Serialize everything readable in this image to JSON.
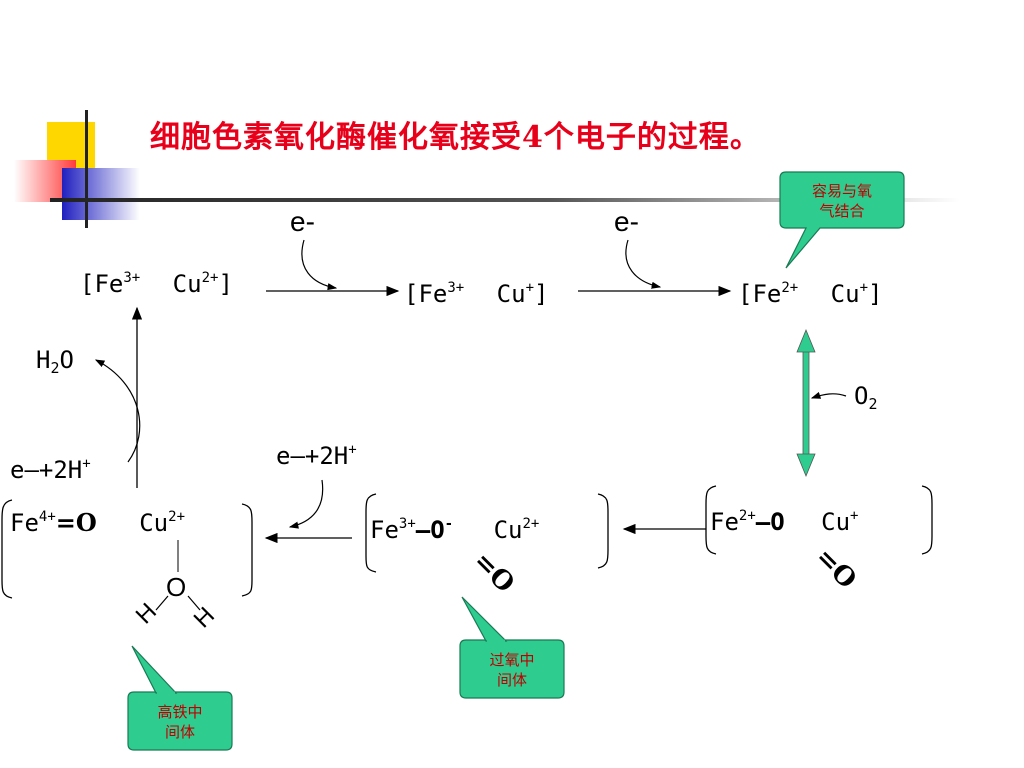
{
  "title": "细胞色素氧化酶催化氧接受4个电子的过程。",
  "species": {
    "top_left": {
      "fe": "[Fe",
      "fe_charge": "3+",
      "cu": "Cu",
      "cu_charge": "2+",
      "close": "]"
    },
    "top_middle": {
      "fe": "[Fe",
      "fe_charge": "3+",
      "cu": "Cu",
      "cu_charge": "+",
      "close": "]"
    },
    "top_right": {
      "fe": "[Fe",
      "fe_charge": "2+",
      "cu": "Cu",
      "cu_charge": "+",
      "close": "]"
    },
    "bottom_right": {
      "fe": "Fe",
      "fe_charge": "2+",
      "bond": "—O",
      "cu": "Cu",
      "cu_charge": "+",
      "o2": "=O"
    },
    "bottom_middle": {
      "fe": "Fe",
      "fe_charge": "3+",
      "bond": "—O",
      "o_charge": "-",
      "cu": "Cu",
      "cu_charge": "2+",
      "o2": "=O"
    },
    "bottom_left": {
      "fe": "Fe",
      "fe_charge": "4+",
      "bond": "=O",
      "cu": "Cu",
      "cu_charge": "2+",
      "oxygen": "O",
      "h_left": "H",
      "h_right": "H"
    }
  },
  "reagents": {
    "electron_1": "e-",
    "electron_2": "e-",
    "o2_label": "O",
    "o2_subscript": "2",
    "water_h": "H",
    "water_sub": "2",
    "water_o": "O",
    "e_2h_bottom": "e—+2H",
    "e_2h_bottom_charge": "+",
    "e_2h_left": "e—+2H",
    "e_2h_left_charge": "+"
  },
  "callouts": {
    "oxygen_binding": {
      "line1": "容易与氧",
      "line2": "气结合"
    },
    "peroxy": {
      "line1": "过氧中",
      "line2": "间体"
    },
    "ferryl": {
      "line1": "高铁中",
      "line2": "间体"
    }
  },
  "colors": {
    "title": "#e8001a",
    "callout_fill": "#2ecc8f",
    "callout_border": "#1a7a55",
    "callout_text": "#c00000",
    "deco_yellow": "#ffd700",
    "deco_blue": "#2020c0",
    "deco_red": "#ff4040"
  }
}
